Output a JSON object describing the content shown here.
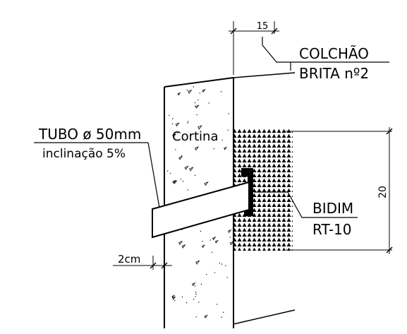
{
  "labels": {
    "dim_top": "15",
    "colchao": "COLCHÃO",
    "brita": "BRITA nº2",
    "tubo": "TUBO ø 50mm",
    "inclinacao": "inclinação 5%",
    "cortina": "Cortina",
    "bidim": "BIDIM",
    "rt10": "RT-10",
    "dim_right": "20",
    "dim_2cm": "2cm"
  }
}
